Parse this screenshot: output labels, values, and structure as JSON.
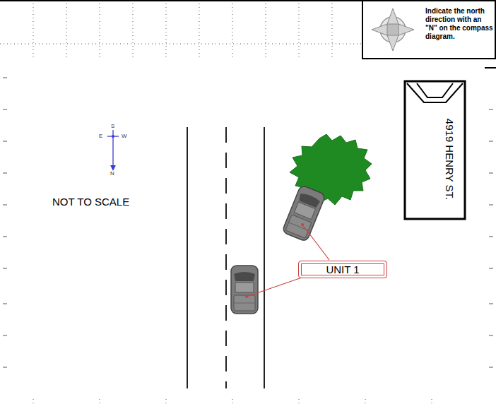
{
  "diagram": {
    "nodes": [
      {
        "text": [
          "Indicate the north direction with an \"N\" on the compass diagram."
        ]
      },
      {
        "text": [
          "4919 HENRY ST."
        ]
      },
      {
        "text": [
          "UNIT 1"
        ]
      }
    ],
    "labels": [
      "S",
      "E",
      "W",
      "N",
      "NOT TO SCALE"
    ]
  }
}
